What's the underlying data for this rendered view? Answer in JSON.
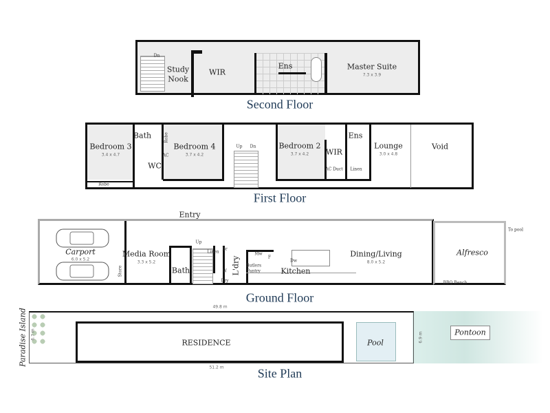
{
  "second_floor": {
    "title": "Second Floor",
    "rooms": {
      "study_nook_1": "Study",
      "study_nook_2": "Nook",
      "wir": "WIR",
      "ens": "Ens",
      "master_suite": "Master Suite",
      "master_dims": "7.3 x 3.9",
      "stair_dn": "Dn"
    }
  },
  "first_floor": {
    "title": "First Floor",
    "rooms": {
      "bedroom3": "Bedroom 3",
      "bedroom3_dims": "3.4 x 4.7",
      "bath": "Bath",
      "robe": "Robe",
      "bedroom4": "Bedroom 4",
      "bedroom4_dims": "3.7 x 4.2",
      "ac": "AC",
      "wc": "WC",
      "robe2": "Robe",
      "up": "Up",
      "dn": "Dn",
      "bedroom2": "Bedroom 2",
      "bedroom2_dims": "3.7 x 4.2",
      "wir": "WIR",
      "ens": "Ens",
      "ac_duct": "AC Duct",
      "linen": "Linen",
      "lounge": "Lounge",
      "lounge_dims": "3.0 x 4.8",
      "void": "Void"
    }
  },
  "ground_floor": {
    "title": "Ground Floor",
    "rooms": {
      "carport": "Carport",
      "carport_dims": "6.0 x 5.2",
      "store": "Store",
      "media_room": "Media Room",
      "media_dims": "3.3 x 5.2",
      "entry": "Entry",
      "bath": "Bath",
      "up": "Up",
      "linen": "Linen",
      "br": "Br",
      "w": "W",
      "dry": "Dry",
      "ldry": "L'dry",
      "mw": "Mw",
      "f": "F",
      "butlers_pantry_1": "Butlers",
      "butlers_pantry_2": "Pantry",
      "dw": "Dw",
      "kitchen": "Kitchen",
      "dining_living": "Dining/Living",
      "dining_dims": "8.0 x 5.2",
      "alfresco": "Alfresco",
      "to_pool": "To pool",
      "bbq_bench": "BBQ Bench"
    }
  },
  "site_plan": {
    "title": "Site Plan",
    "residence": "RESIDENCE",
    "pool": "Pool",
    "pontoon": "Pontoon",
    "top_length": "49.8 m",
    "bottom_length": "51.2 m",
    "left_width": "6.7 m",
    "right_width": "6.9 m",
    "street": "Paradise Island"
  },
  "colors": {
    "title": "#1f3a56",
    "wall": "#111111",
    "water": "#cfe6e1"
  }
}
